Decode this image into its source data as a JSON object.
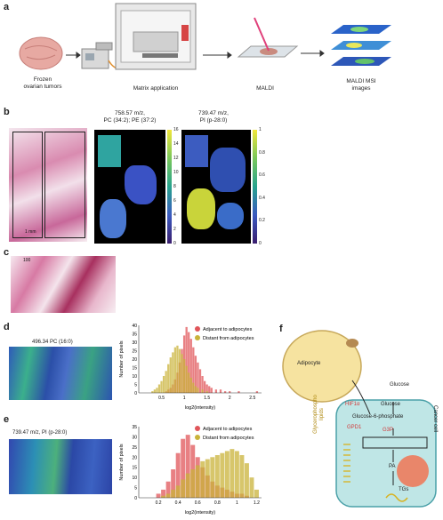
{
  "panels": {
    "a": {
      "label": "a",
      "steps": [
        "Frozen\novarian tumors",
        "Matrix application",
        "MALDI",
        "MALDI MSI\nimages"
      ]
    },
    "b": {
      "label": "b",
      "scale_bar": "1 mm",
      "map1_title": "758.57 m/z,\nPC (34:2); PE (37:2)",
      "map1_colorbar_ticks": [
        "16",
        "14",
        "12",
        "10",
        "8",
        "6",
        "4",
        "2",
        "0"
      ],
      "map2_title": "739.47 m/z,\nPI (p-28:0)",
      "map2_colorbar_ticks": [
        "1",
        "0.8",
        "0.6",
        "0.4",
        "0.2",
        "0"
      ]
    },
    "c": {
      "label": "c",
      "scale_bar": "100"
    },
    "d": {
      "label": "d",
      "map_title": "496.34 PC (16:0)",
      "legend": [
        "Adjacent to adipocytes",
        "Distant from adipocytes"
      ]
    },
    "e": {
      "label": "e",
      "map_title": "739.47 m/z, PI (p-28:0)",
      "legend": [
        "Adjacent to adipocytes",
        "Distant from adipocytes"
      ]
    },
    "f": {
      "label": "f",
      "adipocyte": "Adipocyte",
      "glucose_out": "Glucose",
      "glucose_in": "Glucose",
      "cancer_cell": "Cancer cell",
      "hif": "HIF1α",
      "g6p": "Glucose-6-phosphate",
      "gpd1": "GPD1",
      "g3p": "G3P",
      "glycerophospholipids": "Glycerophospho\nlipids",
      "pa": "PA",
      "tgs": "TGs"
    }
  },
  "chart_data": [
    {
      "type": "bar",
      "panel": "d",
      "xlabel": "log2(intensity)",
      "ylabel": "Number of pixels",
      "xlim": [
        0,
        2.7
      ],
      "ylim": [
        0,
        40
      ],
      "x_ticks": [
        0.5,
        1,
        1.5,
        2,
        2.5
      ],
      "y_ticks": [
        0,
        5,
        10,
        15,
        20,
        25,
        30,
        35,
        40
      ],
      "series": [
        {
          "name": "Adjacent to adipocytes",
          "color": "#e0555a",
          "x": [
            0.6,
            0.65,
            0.7,
            0.75,
            0.8,
            0.85,
            0.9,
            0.95,
            1.0,
            1.05,
            1.1,
            1.15,
            1.2,
            1.25,
            1.3,
            1.35,
            1.4,
            1.45,
            1.5,
            1.55,
            1.6,
            1.7,
            1.8,
            1.9,
            2.0,
            2.2,
            2.6
          ],
          "values": [
            1,
            2,
            3,
            5,
            8,
            12,
            18,
            26,
            34,
            39,
            36,
            32,
            27,
            22,
            18,
            14,
            10,
            7,
            5,
            4,
            3,
            2,
            2,
            1,
            1,
            1,
            1
          ]
        },
        {
          "name": "Distant from adipocytes",
          "color": "#c9b33a",
          "x": [
            0.3,
            0.35,
            0.4,
            0.45,
            0.5,
            0.55,
            0.6,
            0.65,
            0.7,
            0.75,
            0.8,
            0.85,
            0.9,
            0.95,
            1.0,
            1.05,
            1.1,
            1.15,
            1.2,
            1.25,
            1.3,
            1.4,
            1.5
          ],
          "values": [
            1,
            2,
            3,
            5,
            7,
            10,
            13,
            17,
            21,
            24,
            27,
            28,
            26,
            23,
            20,
            16,
            12,
            9,
            6,
            4,
            3,
            2,
            1
          ]
        }
      ]
    },
    {
      "type": "bar",
      "panel": "e",
      "xlabel": "log2(intensity)",
      "ylabel": "Number of pixels",
      "xlim": [
        0,
        1.25
      ],
      "ylim": [
        0,
        35
      ],
      "x_ticks": [
        0.2,
        0.4,
        0.6,
        0.8,
        1,
        1.2
      ],
      "y_ticks": [
        0,
        5,
        10,
        15,
        20,
        25,
        30,
        35
      ],
      "series": [
        {
          "name": "Adjacent to adipocytes",
          "color": "#e0555a",
          "x": [
            0.2,
            0.25,
            0.3,
            0.35,
            0.4,
            0.45,
            0.5,
            0.55,
            0.6,
            0.65,
            0.7,
            0.75,
            0.8,
            0.85,
            0.9,
            0.95,
            1.0,
            1.05,
            1.1
          ],
          "values": [
            2,
            4,
            8,
            14,
            22,
            29,
            31,
            26,
            20,
            15,
            11,
            8,
            6,
            5,
            4,
            3,
            2,
            2,
            1
          ]
        },
        {
          "name": "Distant from adipocytes",
          "color": "#c9b33a",
          "x": [
            0.25,
            0.3,
            0.35,
            0.4,
            0.45,
            0.5,
            0.55,
            0.6,
            0.65,
            0.7,
            0.75,
            0.8,
            0.85,
            0.9,
            0.95,
            1.0,
            1.05,
            1.1,
            1.15,
            1.2
          ],
          "values": [
            1,
            2,
            4,
            6,
            9,
            12,
            14,
            16,
            18,
            19,
            20,
            21,
            22,
            23,
            24,
            23,
            21,
            17,
            10,
            4
          ]
        }
      ]
    }
  ]
}
